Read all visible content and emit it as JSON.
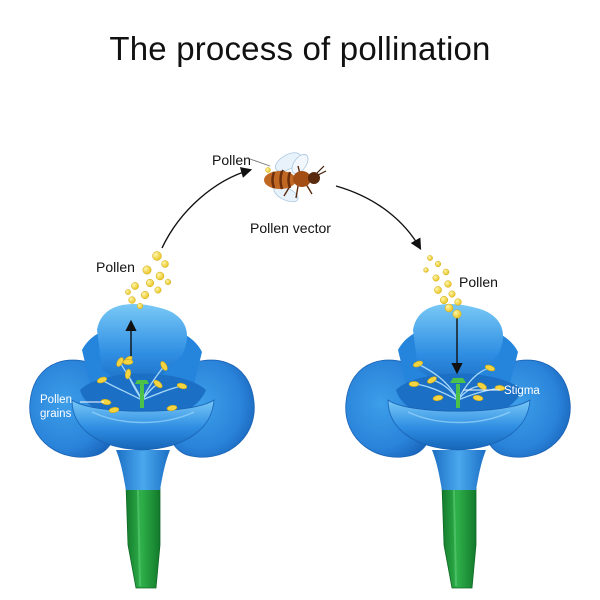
{
  "title": "The process of pollination",
  "labels": {
    "pollen_left": "Pollen",
    "pollen_bee": "Pollen",
    "pollen_vector": "Pollen vector",
    "pollen_right": "Pollen",
    "pollen_grains_line1": "Pollen",
    "pollen_grains_line2": "grains",
    "stigma": "Stigma"
  },
  "colors": {
    "petal": "#2f8ee3",
    "petal_light": "#6fc1f4",
    "petal_dark": "#1565b8",
    "stem": "#1f9a3c",
    "stem_dark": "#137a2c",
    "pollen": "#f2d43a",
    "anther": "#f5d442",
    "pistil": "#4cc24a",
    "bee_body": "#b0581d",
    "bee_stripe": "#6b2f0c"
  },
  "icons": [
    "bee-icon",
    "flower-icon",
    "pollen-grain-icon"
  ]
}
